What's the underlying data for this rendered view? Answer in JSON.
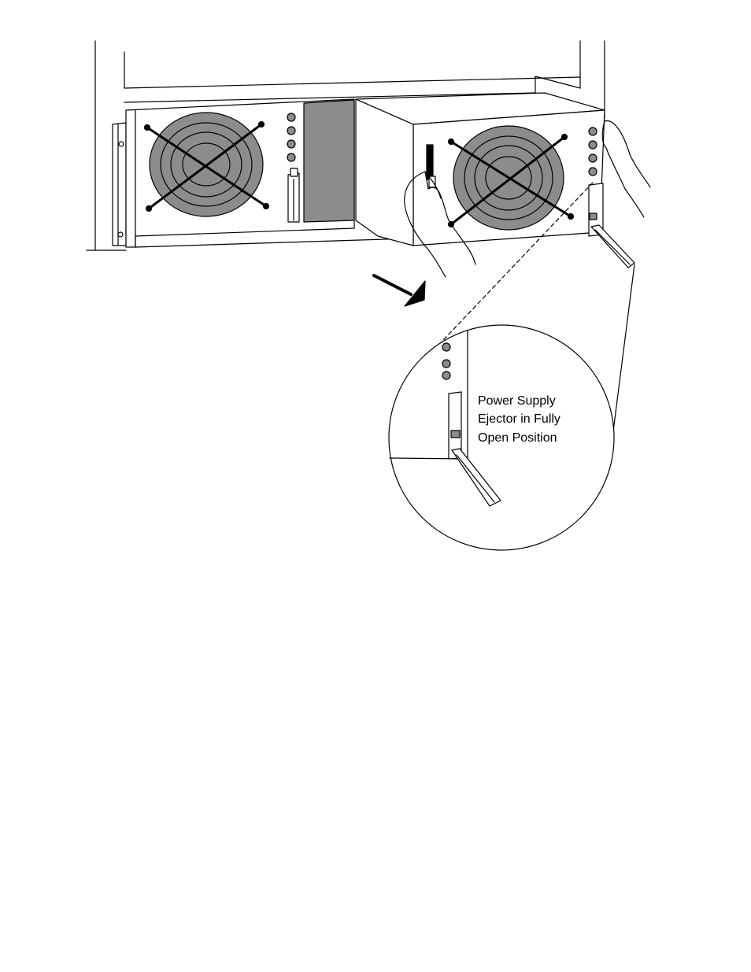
{
  "callout": {
    "lines": [
      "Power Supply",
      "Ejector in Fully",
      "Open Position"
    ]
  },
  "colors": {
    "line": "#000000",
    "fan_gray": "#8c8c8c",
    "led_gray": "#8c8c8c",
    "slot_gray": "#8c8c8c",
    "background": "#ffffff"
  },
  "icons": {
    "direction": "arrow-icon",
    "hand": "hand-icon"
  }
}
